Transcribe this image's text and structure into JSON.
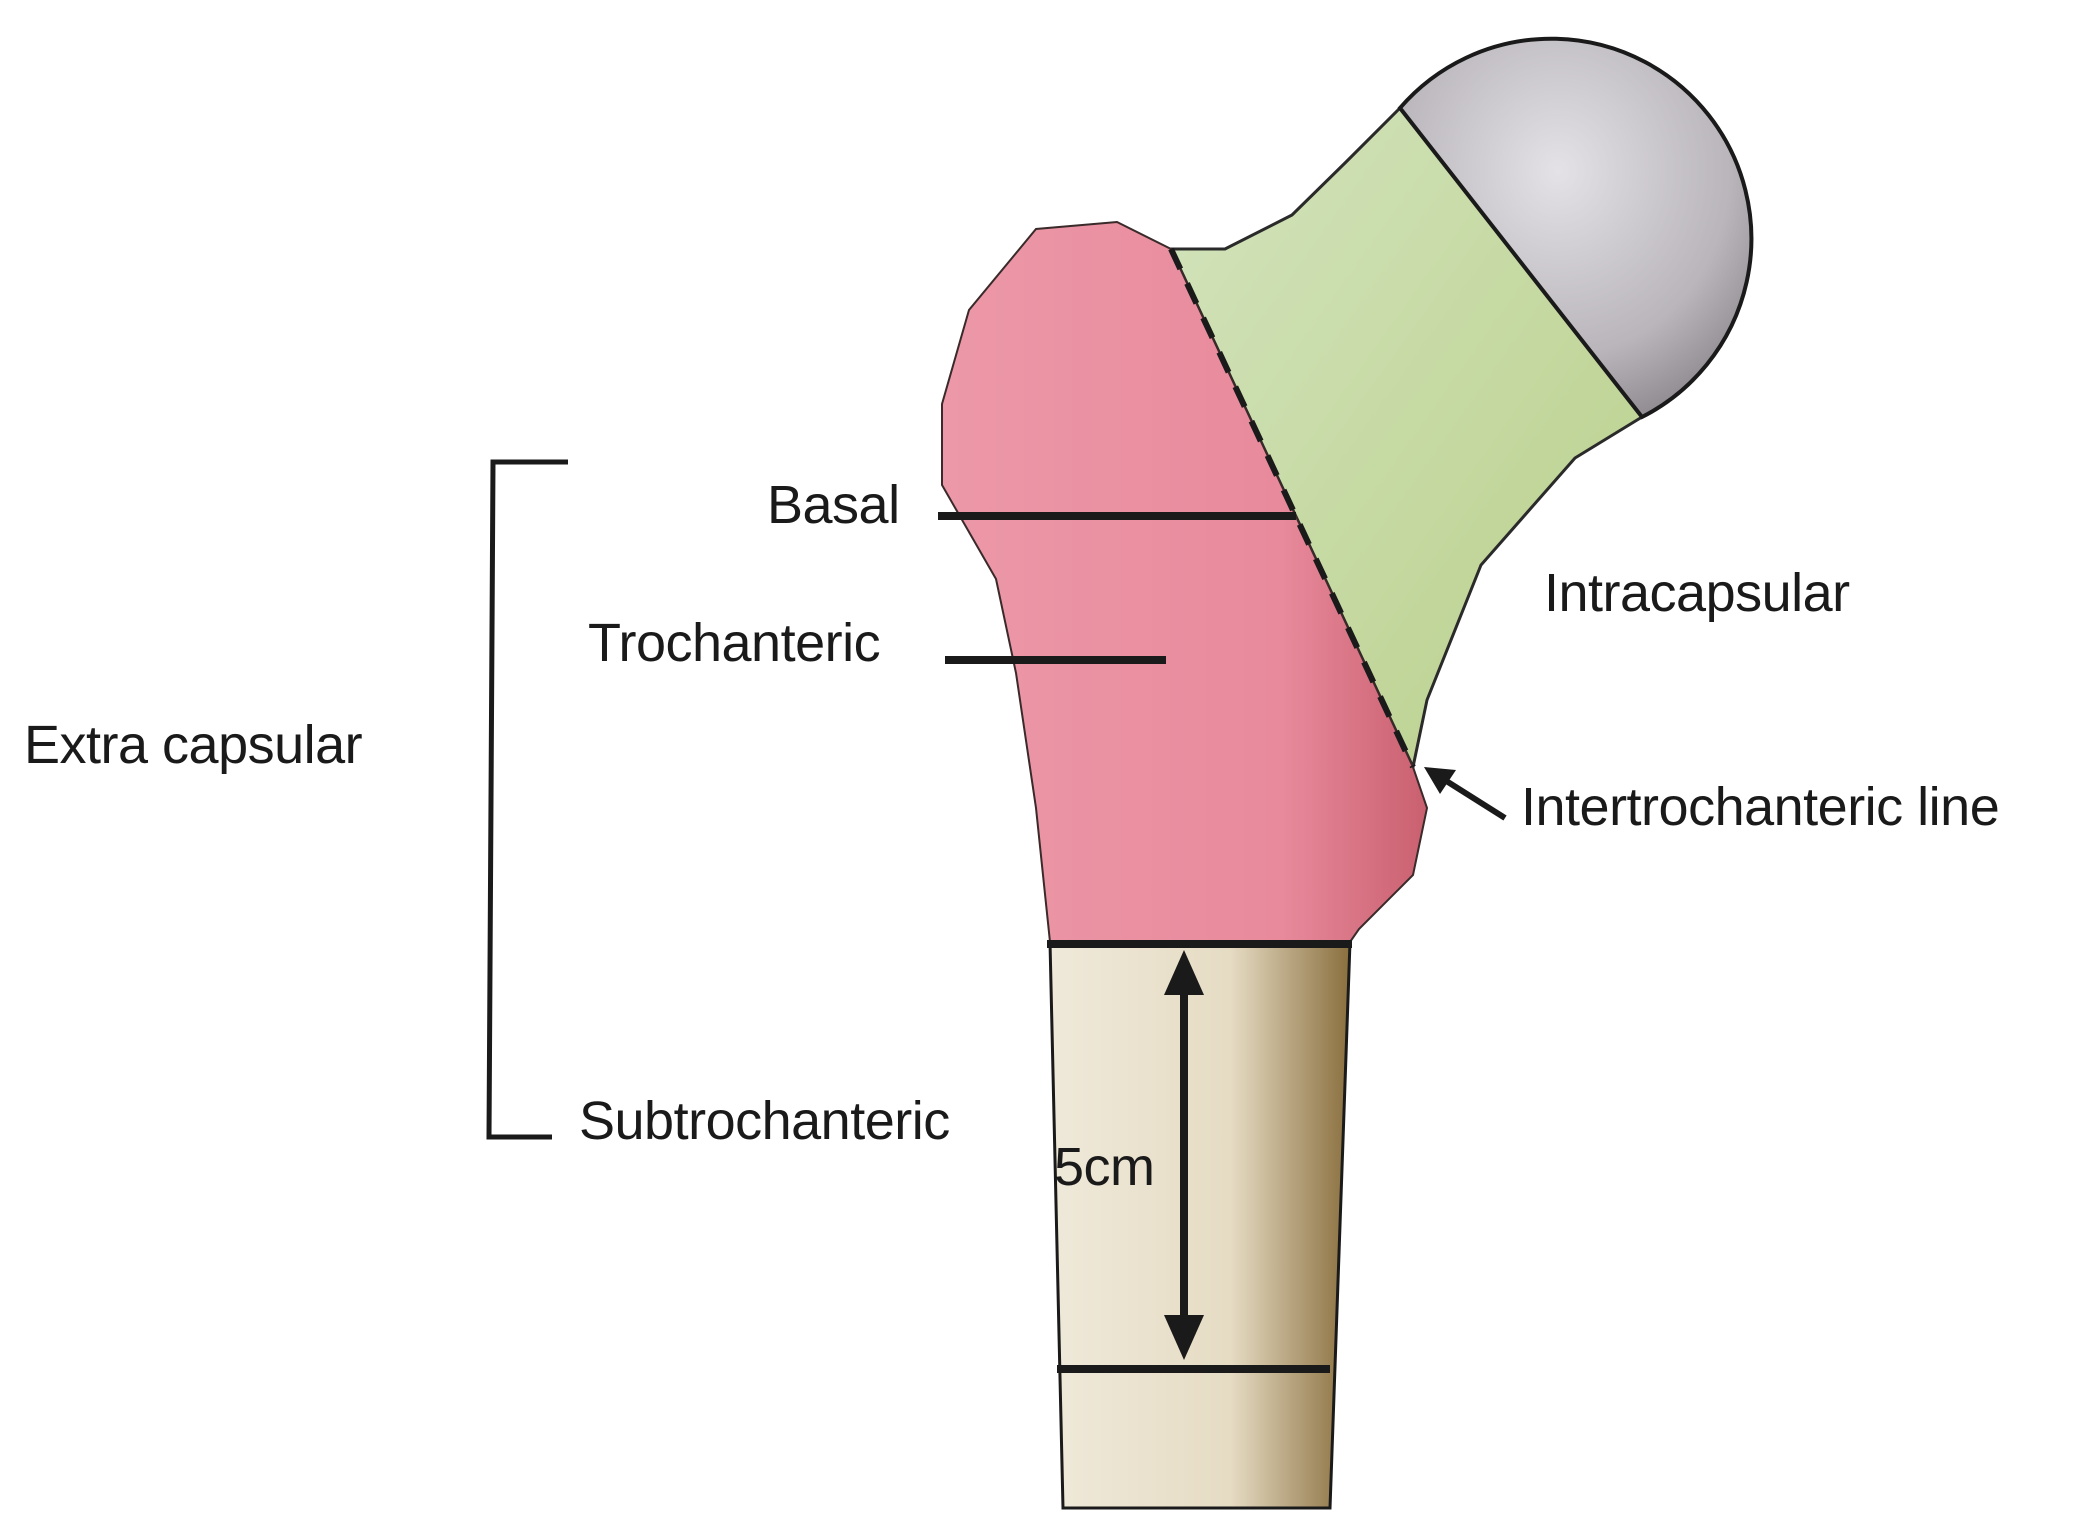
{
  "labels": {
    "extra_capsular": "Extra capsular",
    "basal": "Basal",
    "trochanteric": "Trochanteric",
    "subtrochanteric": "Subtrochanteric",
    "intracapsular": "Intracapsular",
    "intertrochanteric_line": "Intertrochanteric line",
    "distance": "5cm"
  },
  "colors": {
    "extracapsular_region": "#e8889a",
    "intracapsular_region": "#c9dcaa",
    "femoral_head": "#c8c4ca",
    "subtrochanteric_shaft": "#e9e2cf",
    "line": "#1a1a1a"
  }
}
